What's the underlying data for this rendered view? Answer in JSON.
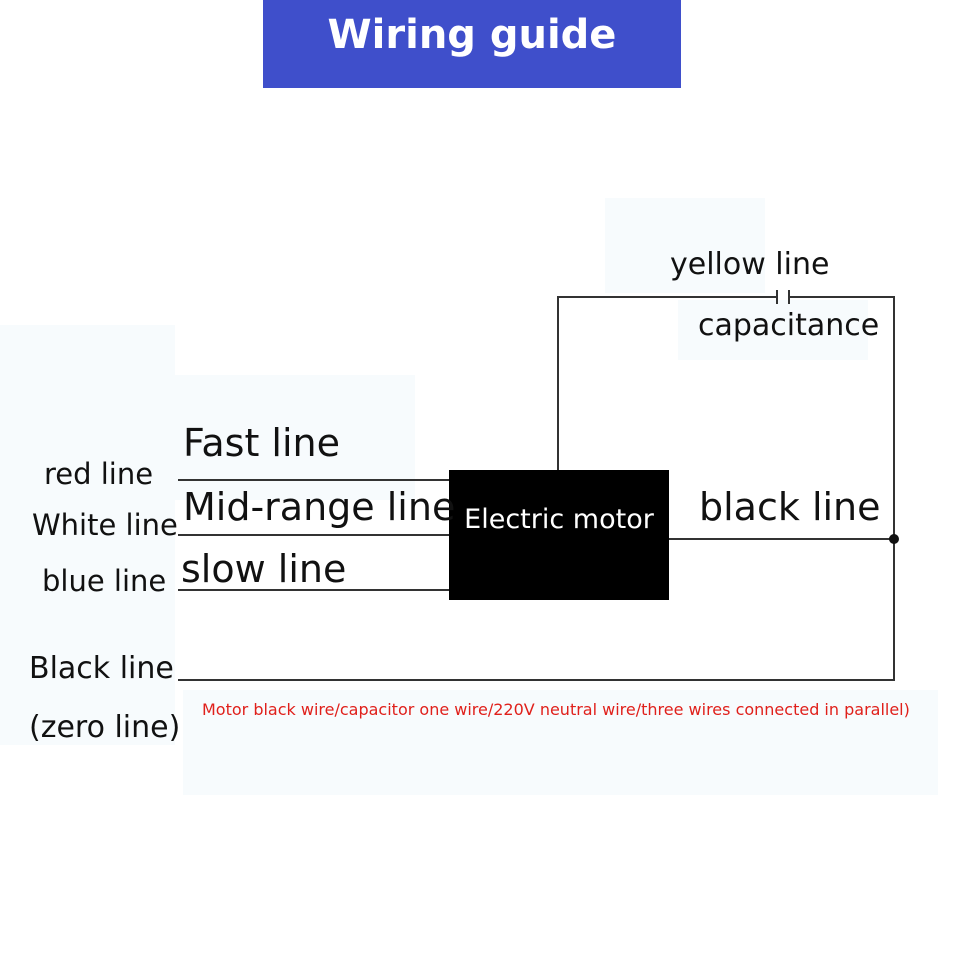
{
  "title": "Wiring guide",
  "colors": {
    "banner": "#3f4fcb",
    "wire": "#333333",
    "note": "#e0201b"
  },
  "motor": {
    "label": "Electric motor"
  },
  "capacitor": {
    "wire_label": "yellow line",
    "label": "capacitance"
  },
  "motor_output_label": "black line",
  "inputs": [
    {
      "color_label": "red line",
      "speed_label": "Fast line"
    },
    {
      "color_label": "White line",
      "speed_label": "Mid-range line"
    },
    {
      "color_label": "blue line",
      "speed_label": "slow line"
    }
  ],
  "neutral": {
    "line1": "Black line",
    "line2": "(zero line)"
  },
  "note": "Motor black wire/capacitor one wire/220V neutral wire/three wires connected in parallel)"
}
